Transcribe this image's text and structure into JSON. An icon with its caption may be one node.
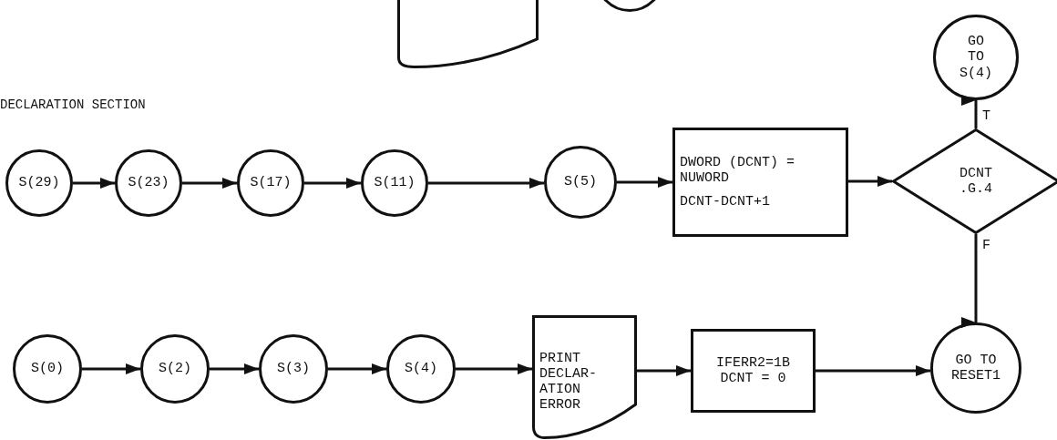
{
  "diagram": {
    "nodes": [
      {
        "text": [],
        "shape": "document"
      },
      {
        "text": [],
        "shape": "circle"
      },
      {
        "text": [
          "GO TO S(4)"
        ]
      },
      {
        "text": [
          "S(29)"
        ]
      },
      {
        "text": [
          "S(23)"
        ]
      },
      {
        "text": [
          "S(17)"
        ]
      },
      {
        "text": [
          "S(11)"
        ]
      },
      {
        "text": [
          "S(5)"
        ]
      },
      {
        "text": [
          "DWORD (DCNT) = NUWORD",
          "DCNT-DCNT+1"
        ]
      },
      {
        "text": [
          "DCNT .G.4"
        ]
      },
      {
        "text": [
          "S(0)"
        ]
      },
      {
        "text": [
          "S(2)"
        ]
      },
      {
        "text": [
          "S(3)"
        ]
      },
      {
        "text": [
          "S(4)"
        ]
      },
      {
        "text": [
          "PRINT DECLAR- ATION ERROR"
        ]
      },
      {
        "text": [
          "IFERR2=1B",
          "DCNT = 0"
        ]
      },
      {
        "text": [
          "GO TO RESET1"
        ]
      }
    ],
    "edges": [
      {
        "from": 3,
        "to": 4,
        "arrow": "to"
      },
      {
        "from": 4,
        "to": 5,
        "arrow": "to"
      },
      {
        "from": 5,
        "to": 6,
        "arrow": "to"
      },
      {
        "from": 6,
        "to": 7,
        "arrow": "to"
      },
      {
        "from": 7,
        "to": 8,
        "arrow": "to"
      },
      {
        "from": 8,
        "to": 9,
        "arrow": "to"
      },
      {
        "from": 9,
        "to": 2,
        "arrow": "to",
        "label": "T"
      },
      {
        "from": 9,
        "to": 16,
        "arrow": "to",
        "label": "F"
      },
      {
        "from": 10,
        "to": 11,
        "arrow": "to"
      },
      {
        "from": 11,
        "to": 12,
        "arrow": "to"
      },
      {
        "from": 12,
        "to": 13,
        "arrow": "to"
      },
      {
        "from": 13,
        "to": 14,
        "arrow": "to"
      },
      {
        "from": 14,
        "to": 15,
        "arrow": "to"
      },
      {
        "from": 15,
        "to": 16,
        "arrow": "to"
      }
    ],
    "labels": [
      "DECLARATION SECTION"
    ]
  }
}
